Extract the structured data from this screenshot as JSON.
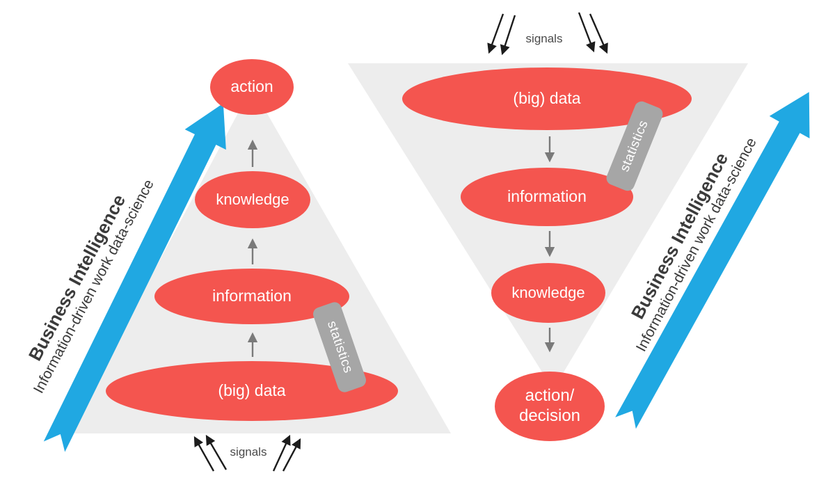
{
  "colors": {
    "red": "#F4554F",
    "blue": "#20A8E2",
    "funnel_gray": "#EDEDED",
    "badge_gray": "#A6A6A6",
    "label_dark": "#3B3B3B",
    "flow_arrow_gray": "#7A7A7A",
    "signal_black": "#1C1C1C",
    "ellipse_text": "#FFFFFF"
  },
  "left": {
    "title": "Business Intelligence",
    "subtitle": "Information-driven work data-science",
    "signals": "signals",
    "badge": "statistics",
    "levels": {
      "data": "(big) data",
      "information": "information",
      "knowledge": "knowledge",
      "action": "action"
    }
  },
  "right": {
    "title": "Business Intelligence",
    "subtitle": "Information-driven work data-science",
    "signals": "signals",
    "badge": "statistics",
    "levels": {
      "data": "(big) data",
      "information": "information",
      "knowledge": "knowledge",
      "action_line1": "action/",
      "action_line2": "decision"
    }
  }
}
